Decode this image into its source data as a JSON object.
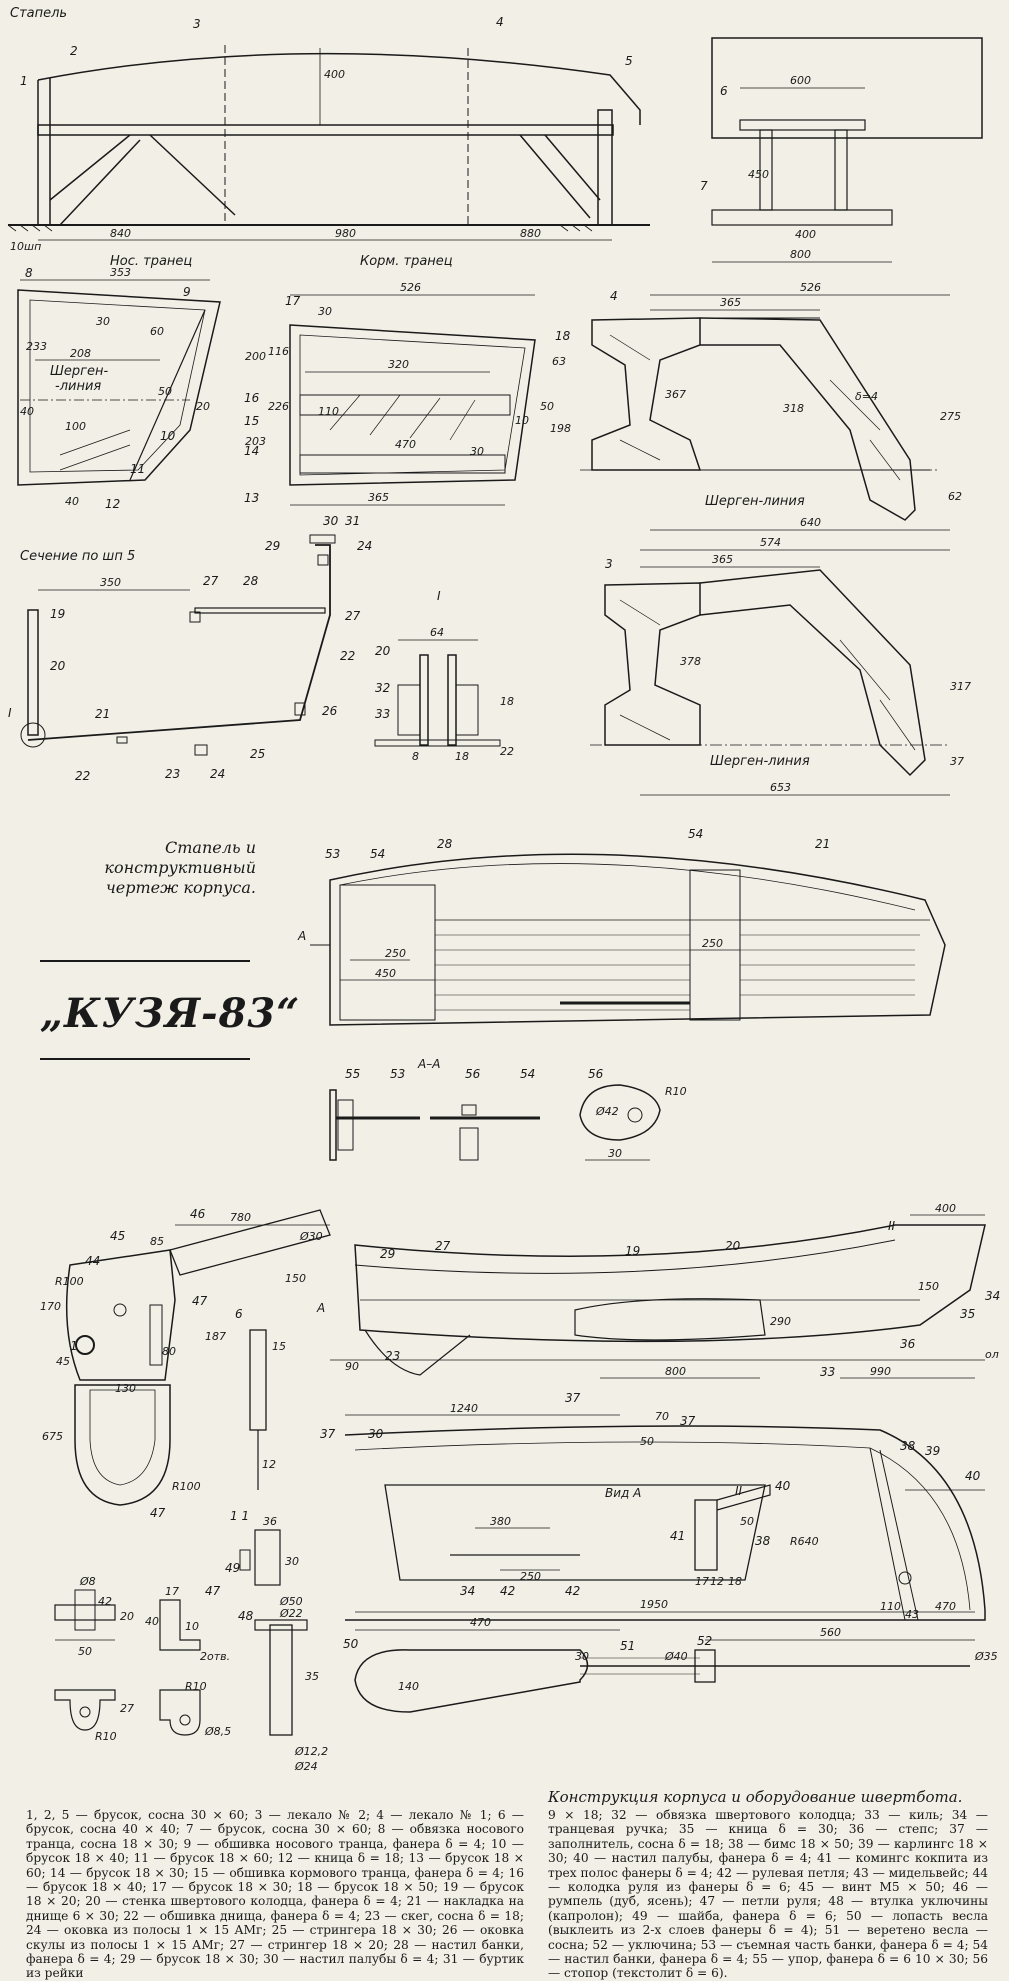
{
  "headings": {
    "stapel": "Стапель",
    "nos_tranec": "Нос. транец",
    "korm_tranec": "Корм. транец",
    "sechenie": "Сечение по шп 5",
    "shergen_1": "Шерген-линия",
    "shergen_2": "Шерген-линия",
    "shergen_3": "Шерген-",
    "shergen_3b": "-линия",
    "detail_I": "I",
    "detail_II": "II",
    "section_AA": "А–А",
    "vid_A": "Вид А",
    "frame_10": "10шп",
    "detail_11": "1 1",
    "A": "А"
  },
  "caption_main": [
    "Стапель и конструктивный",
    "чертеж корпуса."
  ],
  "boat_name": "„КУЗЯ-83“",
  "caption_equipment": "Конструкция корпуса и оборудование швертбота.",
  "dimensions": {
    "d840": "840",
    "d980": "980",
    "d880": "880",
    "d400a": "400",
    "d600": "600",
    "d450a": "450",
    "d400b": "400",
    "d800a": "800",
    "d353": "353",
    "d30a": "30",
    "d60": "60",
    "d200": "200",
    "d233": "233",
    "d208": "208",
    "d40a": "40",
    "d100a": "100",
    "d203": "203",
    "d40b": "40",
    "d50a": "50",
    "d20": "20",
    "d526a": "526",
    "d30b": "30",
    "d116": "116",
    "d320": "320",
    "d226": "226",
    "d110a": "110",
    "d470a": "470",
    "d365a": "365",
    "d63": "63",
    "d50b": "50",
    "d198": "198",
    "d10": "10",
    "d30c": "30",
    "d526b": "526",
    "d365b": "365",
    "d367": "367",
    "d318": "318",
    "d275": "275",
    "d62": "62",
    "d640": "640",
    "d6eq4": "δ=4",
    "d574": "574",
    "d365c": "365",
    "d378": "378",
    "d317": "317",
    "d37": "37",
    "d653": "653",
    "d350": "350",
    "d64": "64",
    "d18a": "18",
    "d22": "22",
    "d8": "8",
    "d18b": "18",
    "d450b": "450",
    "d250a": "250",
    "d250b": "250",
    "d30d": "30",
    "d10b": "R10",
    "d42": "Ø42",
    "d780": "780",
    "d85": "85",
    "d150a": "150",
    "d230": "Ø30",
    "d170": "170",
    "dR100": "R100",
    "d45": "45",
    "d130": "130",
    "d80": "80",
    "d187": "187",
    "d675": "675",
    "dR100b": "R100",
    "d15": "15",
    "d12": "12",
    "d36": "36",
    "d30e": "30",
    "d400c": "400",
    "d150b": "150",
    "d290": "290",
    "d800b": "800",
    "d990": "990",
    "d90": "90",
    "d1240": "1240",
    "d70": "70",
    "d50c": "50",
    "d380": "380",
    "d250c": "250",
    "d50d": "50",
    "dR640": "R640",
    "d110b": "110",
    "d470b": "470",
    "d43": "43",
    "d17": "17",
    "d12b": "12",
    "d18c": "18",
    "dO8": "Ø8",
    "d42b": "42",
    "d20b": "20",
    "d50e": "50",
    "d17b": "17",
    "d40c": "40",
    "d10c": "10",
    "d2otv": "2отв.",
    "d27": "27",
    "dR10b": "R10",
    "dR10c": "R10",
    "dO85": "Ø8,5",
    "dO50": "Ø50",
    "dO22": "Ø22",
    "d35": "35",
    "dO122": "Ø12,2",
    "dO24": "Ø24",
    "d470c": "470",
    "d1950": "1950",
    "d140": "140",
    "d30f": "30",
    "dO40": "Ø40",
    "d560": "560",
    "dO35": "Ø35",
    "dOL": "ол"
  },
  "callouts": [
    "1",
    "2",
    "3",
    "4",
    "5",
    "6",
    "7",
    "8",
    "9",
    "10",
    "11",
    "12",
    "13",
    "14",
    "15",
    "16",
    "17",
    "18",
    "19",
    "20",
    "21",
    "22",
    "23",
    "24",
    "25",
    "26",
    "27",
    "28",
    "29",
    "30",
    "31",
    "32",
    "33",
    "34",
    "35",
    "36",
    "37",
    "38",
    "39",
    "40",
    "41",
    "42",
    "43",
    "44",
    "45",
    "46",
    "47",
    "48",
    "49",
    "50",
    "51",
    "52",
    "53",
    "54",
    "55",
    "56"
  ],
  "legend_left": "1, 2, 5 — брусок, сосна 30 × 60; 3 — лекало № 2; 4 — лекало № 1; 6 — брусок, сосна 40 × 40; 7 — брусок, сосна 30 × 60; 8 — обвязка носового транца, сосна 18 × 30; 9 — обшивка носового транца, фанера δ = 4; 10 — брусок 18 × 40; 11 — брусок 18 × 60; 12 — кница δ = 18; 13 — брусок 18 × 60; 14 — брусок 18 × 30; 15 — обшивка кормового транца, фанера δ = 4; 16 — брусок 18 × 40; 17 — брусок 18 × 30; 18 — брусок 18 × 50; 19 — брусок 18 × 20; 20 — стенка швертового колодца, фанера δ = 4; 21 — накладка на днище 6 × 30; 22 — обшивка днища, фанера δ = 4; 23 — скег, сосна δ = 18; 24 — оковка из полосы 1 × 15 АМг; 25 — стрингера 18 × 30; 26 — оковка скулы из полосы 1 × 15 АМг; 27 — стрингер 18 × 20; 28 — настил банки, фанера δ = 4; 29 — брусок 18 × 30; 30 — настил палубы δ = 4; 31 — буртик из рейки",
  "legend_right": "9 × 18; 32 — обвязка швертового колодца; 33 — киль; 34 — транцевая ручка; 35 — кница δ = 30; 36 — степс; 37 — заполнитель, сосна δ = 18; 38 — бимс 18 × 50; 39 — карлингс 18 × 30; 40 — настил палубы, фанера δ = 4; 41 — комингс кокпита из трех полос фанеры δ = 4; 42 — рулевая петля; 43 — мидельвейс; 44 — колодка руля из фанеры δ = 6; 45 — винт М5 × 50; 46 — румпель (дуб, ясень); 47 — петли руля; 48 — втулка уключины (капролон); 49 — шайба, фанера δ = 6; 50 — лопасть весла (выклеить из 2-х слоев фанеры δ = 4); 51 — веретено весла — сосна; 52 — уключина; 53 — съемная часть банки, фанера δ = 4; 54 — настил банки, фанера δ = 4; 55 — упор, фанера δ = 6 10 × 30; 56 — стопор (текстолит δ = 6)."
}
